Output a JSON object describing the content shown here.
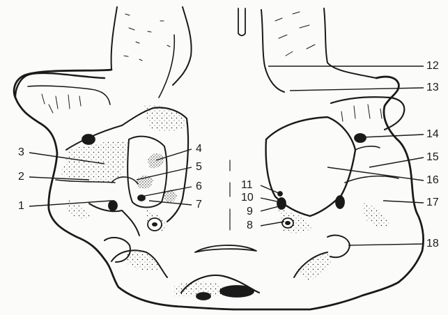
{
  "labels": {
    "l1": "1",
    "l2": "2",
    "l3": "3",
    "l4": "4",
    "l5": "5",
    "l6": "6",
    "l7": "7",
    "l8": "8",
    "l9": "9",
    "l10": "10",
    "l11": "11",
    "l12": "12",
    "l13": "13",
    "l14": "14",
    "l15": "15",
    "l16": "16",
    "l17": "17",
    "l18": "18"
  },
  "colors": {
    "ink": "#1a1a1a",
    "paper": "#fbfbf9"
  }
}
